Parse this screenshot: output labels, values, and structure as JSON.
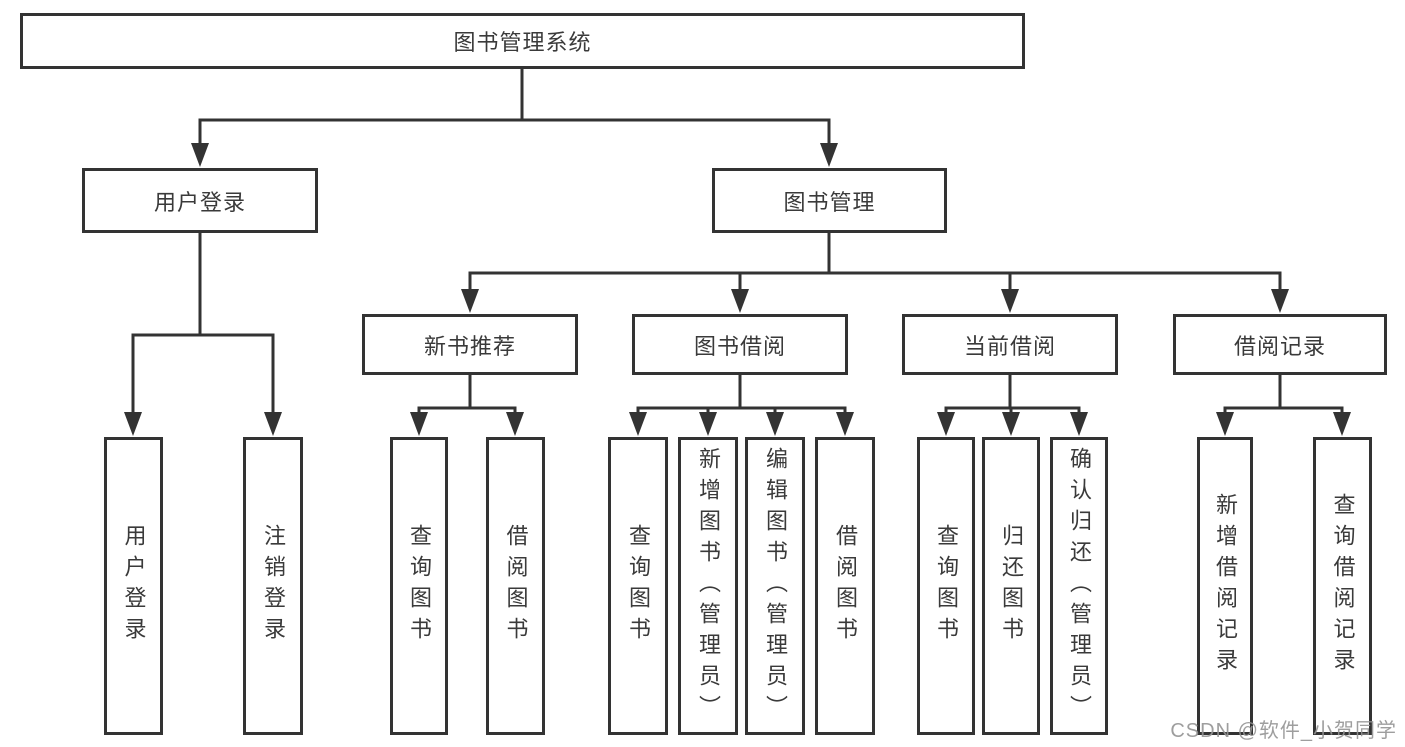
{
  "colors": {
    "line": "#333333",
    "box_border": "#333333",
    "text": "#3a3a3a",
    "background": "#ffffff",
    "watermark": "#949494"
  },
  "diagram": {
    "type": "hierarchy-tree",
    "root": {
      "label": "图书管理系统",
      "children": [
        {
          "label": "用户登录",
          "children": [
            {
              "label": "用户登录"
            },
            {
              "label": "注销登录"
            }
          ]
        },
        {
          "label": "图书管理",
          "children": [
            {
              "label": "新书推荐",
              "children": [
                {
                  "label": "查询图书"
                },
                {
                  "label": "借阅图书"
                }
              ]
            },
            {
              "label": "图书借阅",
              "children": [
                {
                  "label": "查询图书"
                },
                {
                  "label": "新增图书（管理员）"
                },
                {
                  "label": "编辑图书（管理员）"
                },
                {
                  "label": "借阅图书"
                }
              ]
            },
            {
              "label": "当前借阅",
              "children": [
                {
                  "label": "查询图书"
                },
                {
                  "label": "归还图书"
                },
                {
                  "label": "确认归还（管理员）"
                }
              ]
            },
            {
              "label": "借阅记录",
              "children": [
                {
                  "label": "新增借阅记录"
                },
                {
                  "label": "查询借阅记录"
                }
              ]
            }
          ]
        }
      ]
    }
  },
  "watermark": {
    "text": "CSDN @软件_小贺同学"
  }
}
